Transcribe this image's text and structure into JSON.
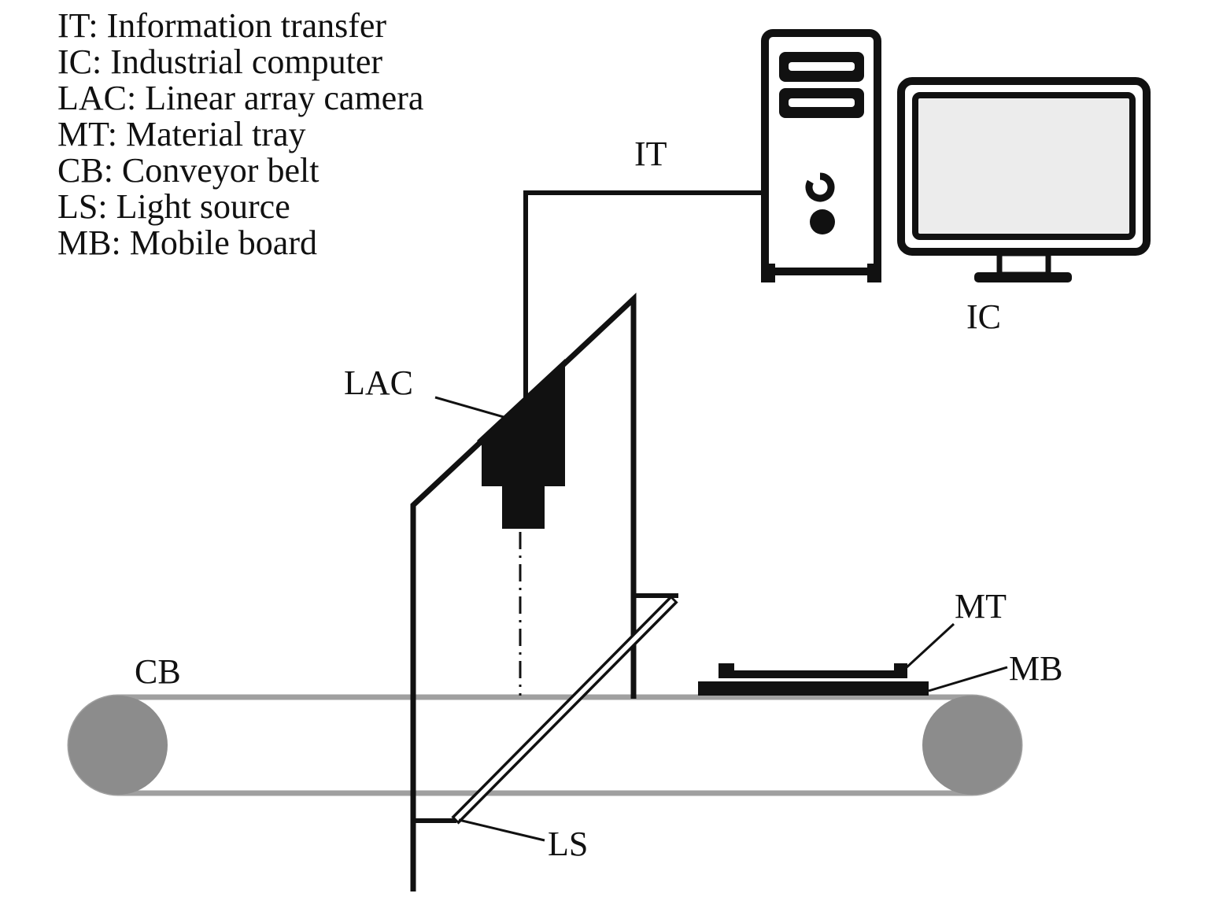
{
  "legend": [
    "IT: Information transfer",
    "IC: Industrial computer",
    "LAC: Linear array camera",
    "MT: Material tray",
    "CB: Conveyor belt",
    "LS: Light source",
    "MB: Mobile board"
  ],
  "labels": {
    "it": "IT",
    "ic": "IC",
    "lac": "LAC",
    "mt": "MT",
    "mb": "MB",
    "cb": "CB",
    "ls": "LS"
  },
  "colors": {
    "ink": "#111111",
    "belt": "#8c8c8c",
    "belt_line": "#a0a0a0",
    "screen": "#ececec"
  }
}
